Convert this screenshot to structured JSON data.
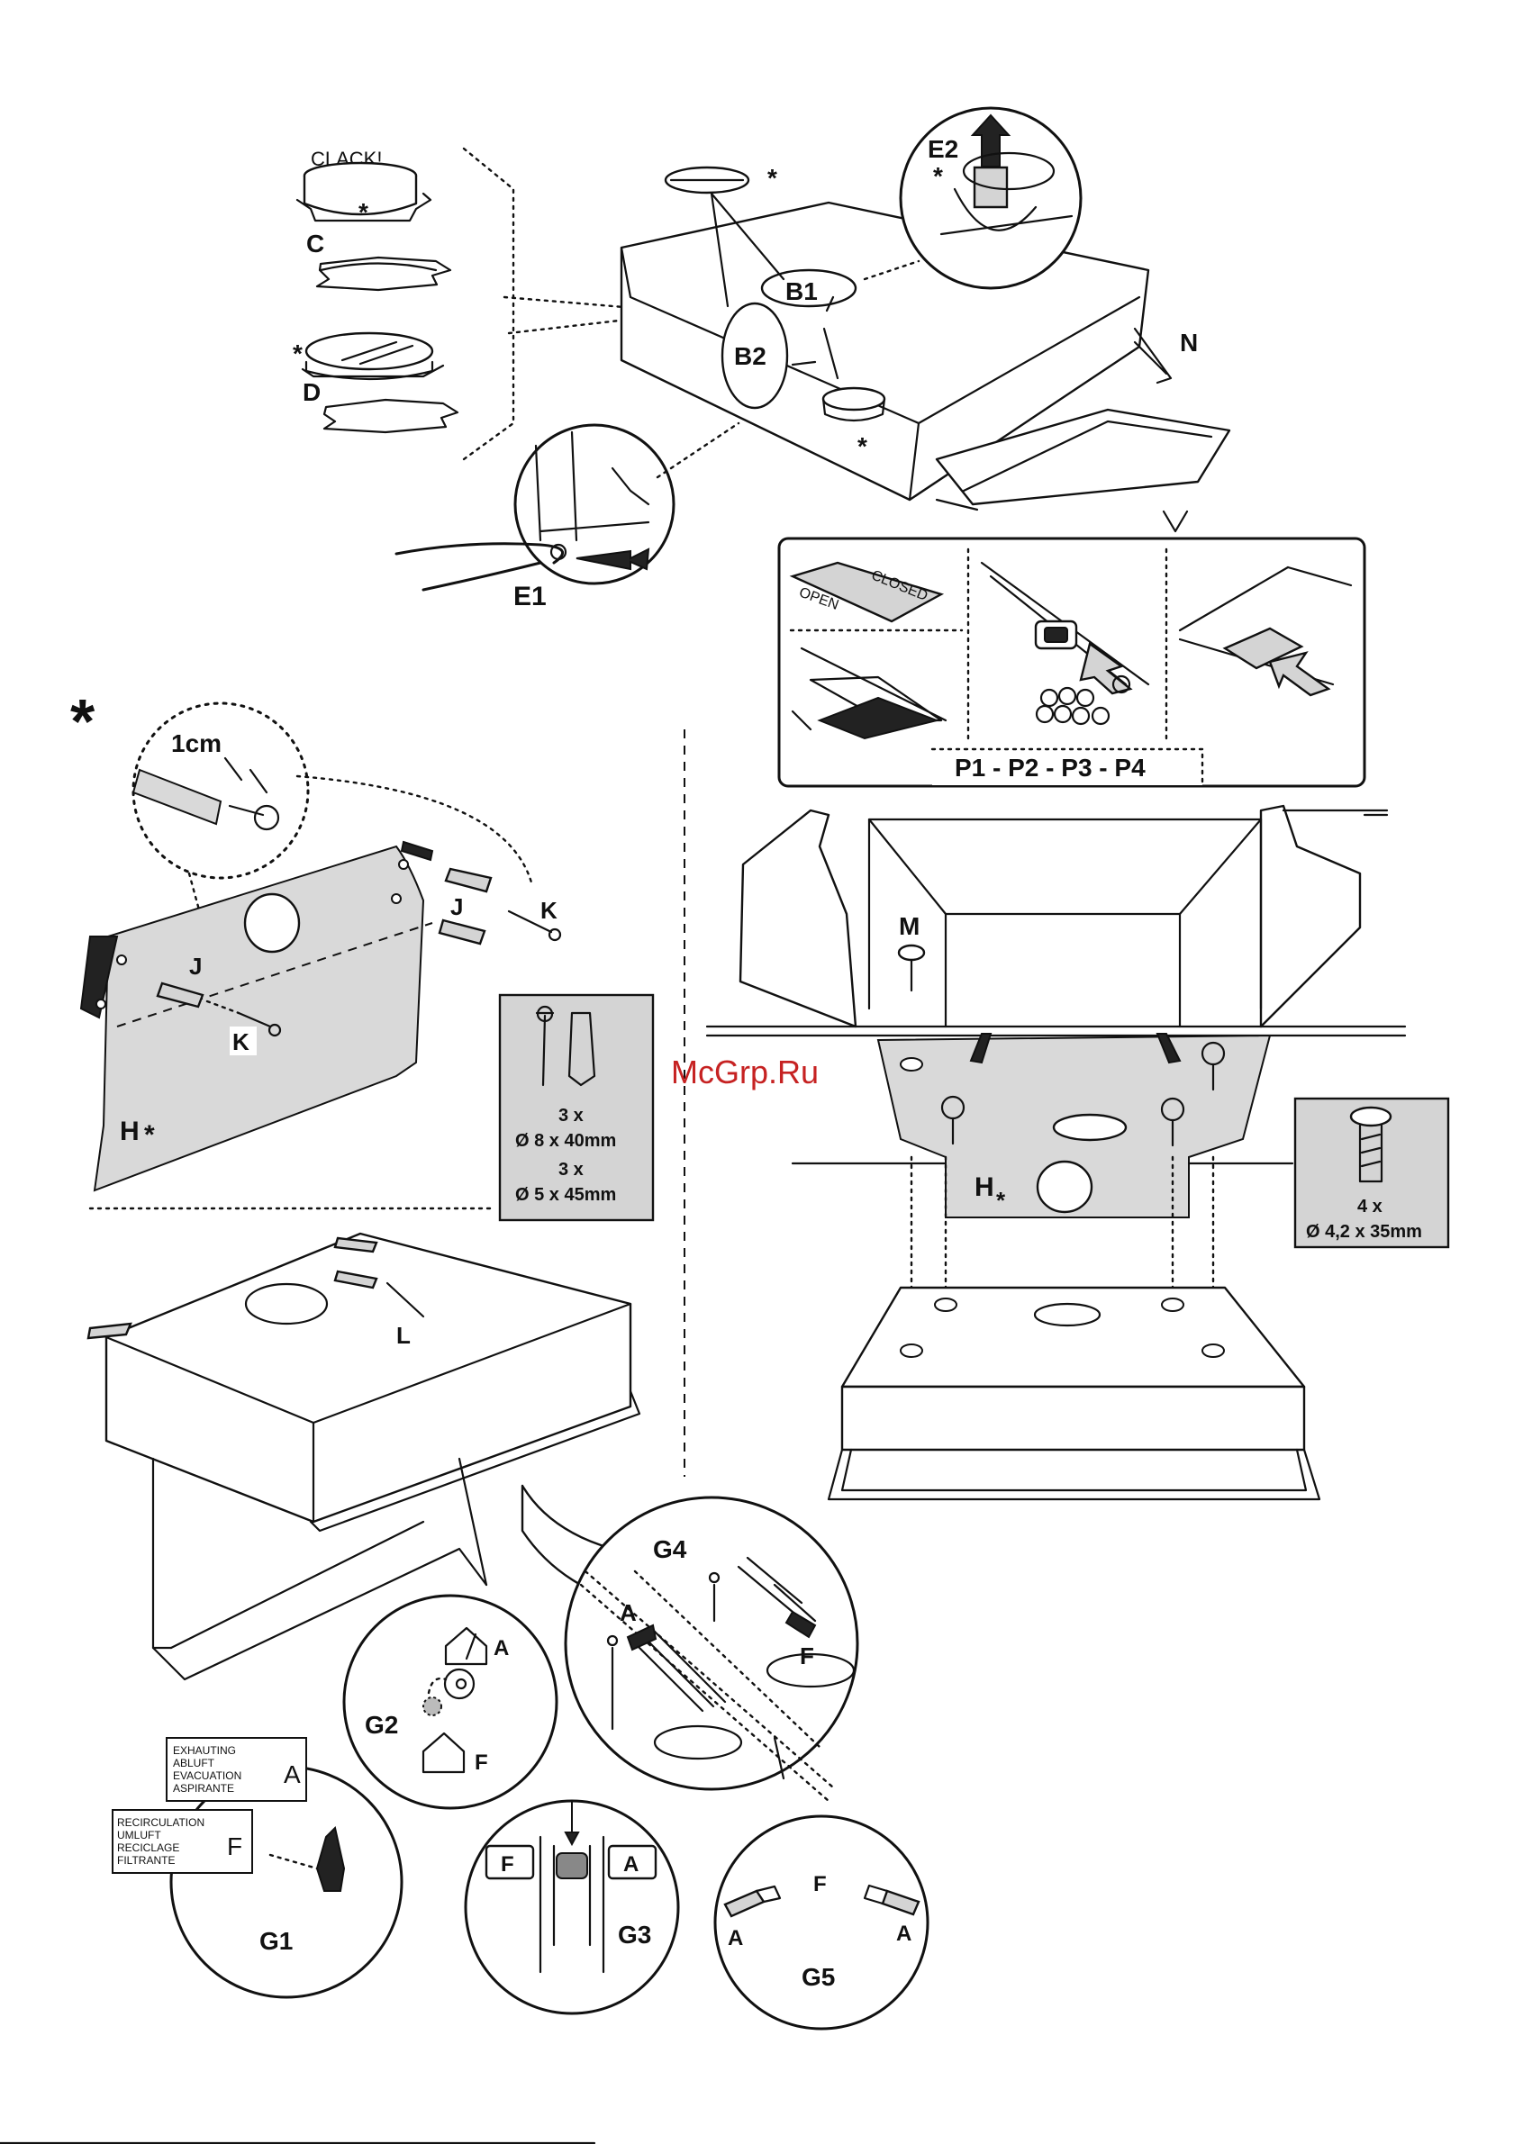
{
  "watermark": "McGrp.Ru",
  "labels": {
    "clack": "CLACK!",
    "c": "C",
    "d": "D",
    "b1": "B1",
    "b2": "B2",
    "e1": "E1",
    "e2": "E2",
    "n": "N",
    "asterisk": "*",
    "one_cm": "1cm",
    "j": "J",
    "k": "K",
    "h": "H",
    "l": "L",
    "m": "M",
    "a": "A",
    "f": "F",
    "g1": "G1",
    "g2": "G2",
    "g3": "G3",
    "g4": "G4",
    "g5": "G5"
  },
  "filter_panel": {
    "label": "P1 - P2 - P3 - P4",
    "open": "OPEN",
    "closed": "CLOSED"
  },
  "fixings_box": {
    "line1_qty": "3 x",
    "line1_spec": "Ø 8 x 40mm",
    "line2_qty": "3 x",
    "line2_spec": "Ø 5 x 45mm"
  },
  "screw_box": {
    "qty": "4 x",
    "spec": "Ø 4,2 x 35mm"
  },
  "g1_tags": {
    "exhaust": [
      "EXHAUTING",
      "ABLUFT",
      "EVACUATION",
      "ASPIRANTE"
    ],
    "exhaust_letter": "A",
    "recirc": [
      "RECIRCULATION",
      "UMLUFT",
      "RECICLAGE",
      "FILTRANTE"
    ],
    "recirc_letter": "F"
  }
}
